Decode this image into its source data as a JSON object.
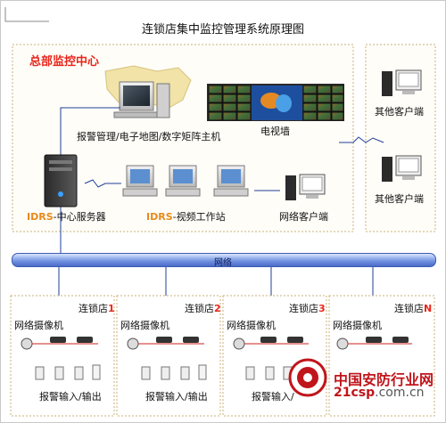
{
  "title": "连锁店集中监控管理系统原理图",
  "hq": {
    "title": "总部监控中心",
    "main_host_label": "报警管理/电子地图/数字矩阵主机",
    "tv_wall_label": "电视墙",
    "server_brand": "IDRS",
    "server_label": "-中心服务器",
    "workstation_brand": "IDRS",
    "workstation_label": "-视频工作站",
    "net_client_label": "网络客户端"
  },
  "other_clients": [
    "其他客户端",
    "其他客户端"
  ],
  "network_label": "网络",
  "branches": [
    {
      "name": "连锁店",
      "num": "1",
      "camera_label": "网络摄像机",
      "alarm_label": "报警输入/输出"
    },
    {
      "name": "连锁店",
      "num": "2",
      "camera_label": "网络摄像机",
      "alarm_label": "报警输入/输出"
    },
    {
      "name": "连锁店",
      "num": "3",
      "camera_label": "网络摄像机",
      "alarm_label": "报警输入/"
    },
    {
      "name": "连锁店",
      "num": "N",
      "camera_label": "网络摄像机",
      "alarm_label": ""
    }
  ],
  "watermark": {
    "brand": "中国安防行业网",
    "url_main": "21csp",
    "url_tail": ".com.cn"
  },
  "colors": {
    "hq_title": "#e8261b",
    "brand_orange": "#e88a1b",
    "network_bar": "#6e8fe0",
    "wire": "#1f3f99"
  }
}
